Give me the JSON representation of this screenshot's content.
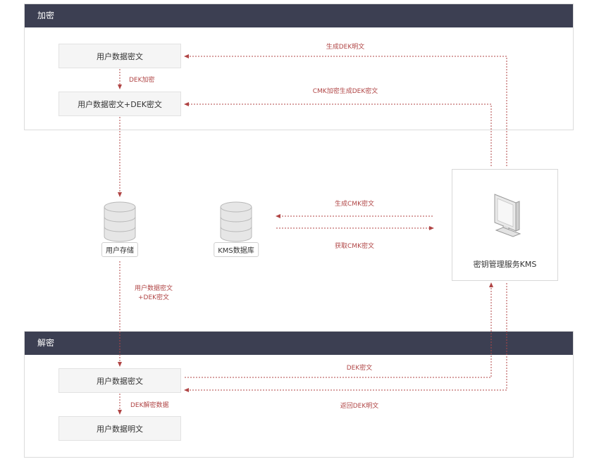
{
  "encrypt": {
    "title": "加密",
    "box_ciphertext": "用户数据密文",
    "box_combined": "用户数据密文+DEK密文",
    "label_dek_encrypt": "DEK加密",
    "label_generate_dek_plain": "生成DEK明文",
    "label_cmk_encrypt_dek": "CMK加密生成DEK密文"
  },
  "middle": {
    "user_storage": "用户存储",
    "kms_database": "KMS数据库",
    "label_generate_cmk": "生成CMK密文",
    "label_get_cmk": "获取CMK密文",
    "label_storage_line1": "用户数据密文",
    "label_storage_line2": "+DEK密文",
    "kms_service": "密钥管理服务KMS"
  },
  "decrypt": {
    "title": "解密",
    "box_ciphertext": "用户数据密文",
    "box_plaintext": "用户数据明文",
    "label_dek_decrypt": "DEK解密数据",
    "label_dek_cipher": "DEK密文",
    "label_return_dek_plain": "返回DEK明文"
  },
  "colors": {
    "header": "#3c3f52",
    "arrow": "#b04545",
    "box": "#f5f5f5"
  }
}
